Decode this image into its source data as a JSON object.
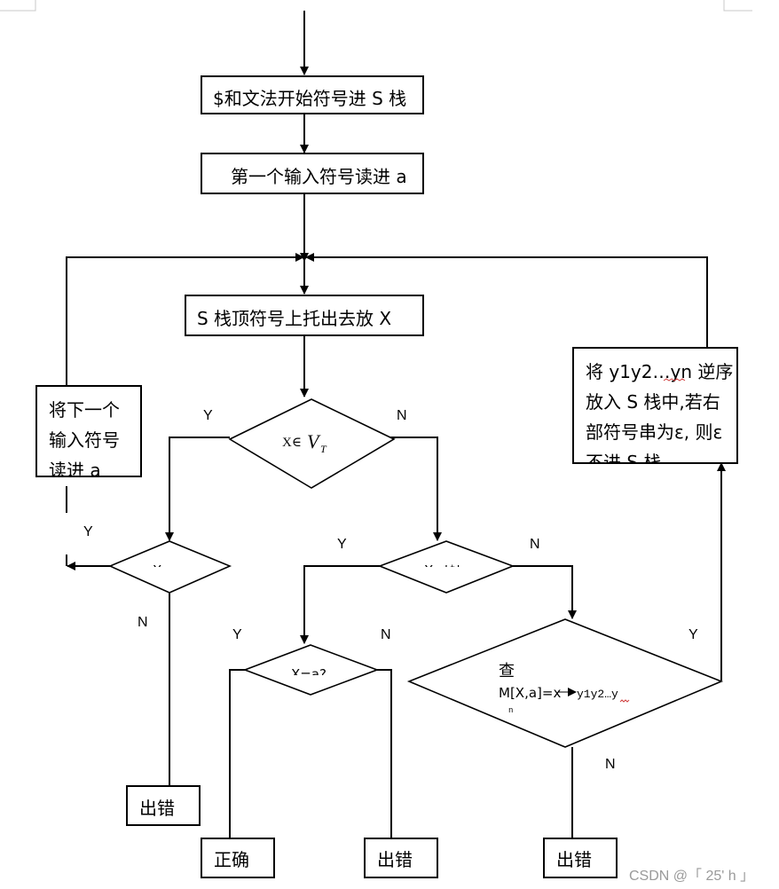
{
  "boxes": {
    "push_start": "$和文法开始符号进 S 栈",
    "read_first": "第一个输入符号读进 a",
    "pop_top": "S 栈顶符号上托出去放 X",
    "read_next": [
      "将下一个",
      "输入符号",
      "读进 a"
    ],
    "push_reverse": [
      "将 y1y2…yn 逆序",
      "放入 S 栈中,若右",
      "部符号串为ε, 则ε",
      "不进 S 栈"
    ],
    "error_left": "出错",
    "correct": "正确",
    "error_mid": "出错",
    "error_right": "出错"
  },
  "decisions": {
    "in_vt_prefix": "X∈",
    "in_vt_symbol": "V",
    "in_vt_sub": "T",
    "x_eq_a": "X=a",
    "x_eq_dollar": "X='$'",
    "x_eq_a2": "X=a?",
    "lookup_line1": "查",
    "lookup_line2a": "M[X,a]=x",
    "lookup_line2b": "y1y2…y",
    "lookup_line2c": "n"
  },
  "edge_labels": {
    "y1": "Y",
    "n1": "N",
    "y2": "Y",
    "n2": "N",
    "y3": "Y",
    "n3": "N",
    "y4": "Y",
    "n4": "N",
    "y5": "Y",
    "n5": "N"
  },
  "watermark": "CSDN @「 25' h 」"
}
